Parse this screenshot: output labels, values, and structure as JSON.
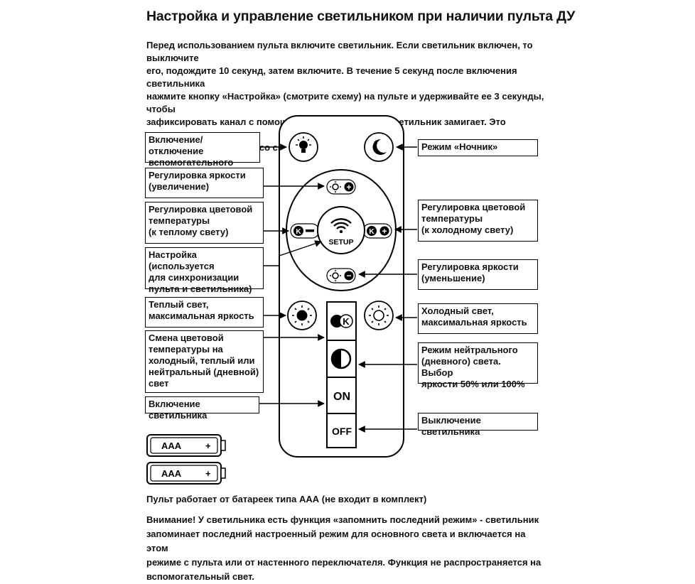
{
  "title": "Настройка и управление светильником при наличии пульта ДУ",
  "intro": "Перед использованием пульта включите светильник. Если светильник включен, то выключите\nего, подождите 10 секунд, затем включите. В течение 5 секунд после включения светильника\nнажмите кнопку «Настройка» (смотрите схему) на пульте и удерживайте ее 3 секунды, чтобы\nзафиксировать канал с помощью радиоприемника. Светильник замигает. Это означает, что\nпульт синхронизирован со светильником.",
  "labels": {
    "aux_light": "Включение/отключение\nвспомогательного света",
    "brightness_up": "Регулировка яркости\n(увеличение)",
    "color_temp_warm": "Регулировка цветовой\nтемпературы\n(к теплому свету)",
    "setup": "Настройка (используется\nдля синхронизации\nпульта и светильника)",
    "warm_max": "Теплый свет,\nмаксимальная яркость",
    "cycle_temp": "Смена цветовой\nтемпературы на\nхолодный, теплый или\nнейтральный (дневной)\nсвет",
    "on": "Включение светильника",
    "night": "Режим «Ночник»",
    "color_temp_cold": "Регулировка цветовой\nтемпературы\n(к холодному свету)",
    "brightness_down": "Регулировка яркости\n(уменьшение)",
    "cold_max": "Холодный свет,\nмаксимальная яркость",
    "neutral": "Режим нейтрального\n(дневного) света. Выбор\nяркости 50% или 100%",
    "off": "Выключение светильника"
  },
  "remote": {
    "setup_text": "SETUP",
    "on_text": "ON",
    "off_text": "OFF",
    "k_text": "K",
    "plus": "+",
    "minus": "−"
  },
  "batteries": [
    {
      "text": "AAA",
      "plus": "+"
    },
    {
      "text": "AAA",
      "plus": "+"
    }
  ],
  "battery_note": "Пульт работает от батареек типа ААА (не входит в комплект)",
  "warning": "Внимание! У светильника есть функция «запомнить последний режим» - светильник\nзапоминает последний настроенный режим для основного света и включается на этом\nрежиме с пульта или от настенного переключателя. Функция не распространяется на\nвспомогательный свет."
}
